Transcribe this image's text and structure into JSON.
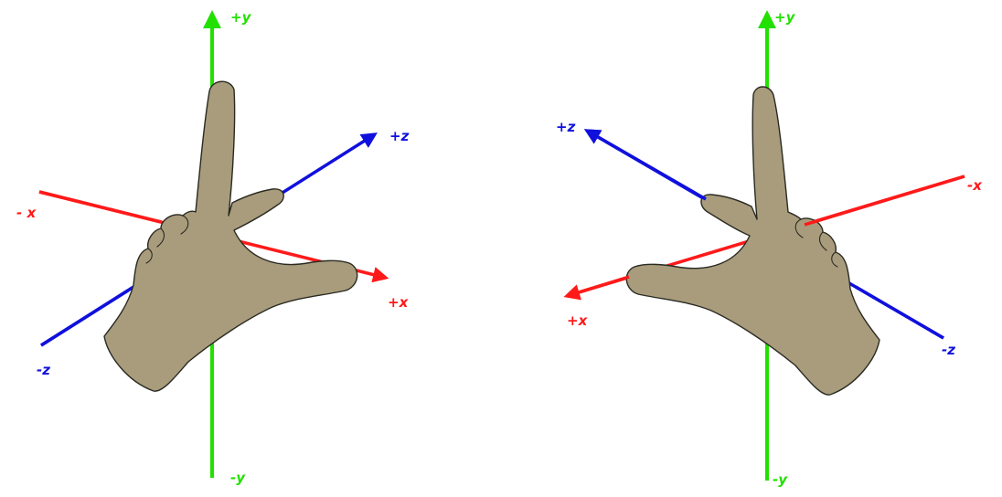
{
  "colors": {
    "x_axis": "#ff1a1a",
    "y_axis": "#22e000",
    "z_axis": "#1010dd",
    "hand_fill": "#a89c7c",
    "background": "#ffffff"
  },
  "left_system": {
    "labels": {
      "pos_y": "+y",
      "neg_y": "-y",
      "pos_x": "+x",
      "neg_x": "- x",
      "pos_z": "+z",
      "neg_z": "-z"
    }
  },
  "right_system": {
    "labels": {
      "pos_y": "+y",
      "neg_y": "-y",
      "pos_x": "+x",
      "neg_x": "-x",
      "pos_z": "+z",
      "neg_z": "-z"
    }
  }
}
